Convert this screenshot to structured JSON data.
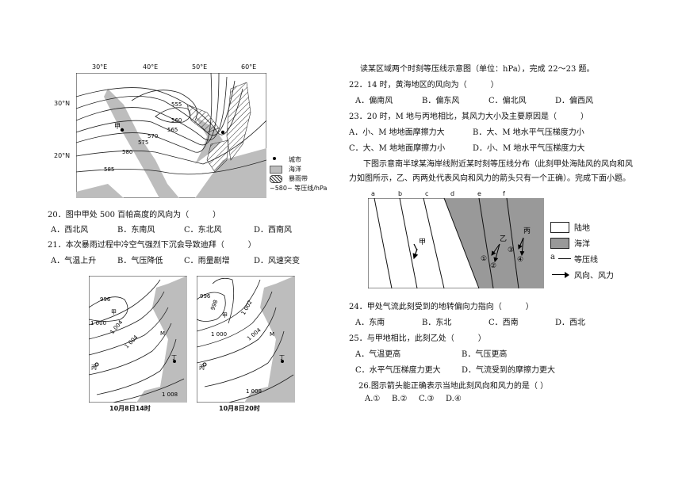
{
  "map1": {
    "lon_labels": [
      "30°E",
      "40°E",
      "50°E",
      "60°E"
    ],
    "lat_labels": [
      "30°N",
      "20°N"
    ],
    "isobar_labels": [
      "555",
      "560",
      "565",
      "570",
      "575",
      "580",
      "585"
    ],
    "point": "甲",
    "legend": {
      "city": "城市",
      "ocean": "海洋",
      "rain": "暴雨带",
      "isobar": "~580~ 等压线/hPa"
    }
  },
  "q20": {
    "text": "20．图中甲处 500 百帕高度的风向为（　　　）",
    "options": [
      "A．西北风",
      "B．东南风",
      "C．东北风",
      "D．西南风"
    ]
  },
  "q21": {
    "text": "21．本次暴雨过程中冷空气强烈下沉会导致迪拜（　　　）",
    "options": [
      "A．气温上升",
      "B．气压降低",
      "C．雨量剧增",
      "D．风速突变"
    ]
  },
  "maps2": {
    "left": {
      "labels": [
        "996",
        "甲",
        "1 000",
        "1 004",
        "M",
        "1 004",
        "丙",
        "丁",
        "1 008"
      ],
      "caption": "10月8日14时"
    },
    "right": {
      "labels": [
        "996",
        "998",
        "1 002",
        "甲",
        "1 000",
        "1 004",
        "M",
        "丙",
        "丁",
        "1 008"
      ],
      "caption": "10月8日20时"
    }
  },
  "intro1": "读某区域两个时刻等压线示意图（单位：hPa），完成 22～23 题。",
  "q22": {
    "text": "22．14 时，黄海地区的风向为（　　　）",
    "options": [
      "A．偏南风",
      "B．偏东风",
      "C．偏北风",
      "D．偏西风"
    ]
  },
  "q23": {
    "text": "23．20 时，M 地与丙地相比，其风力大小及主要原因是（　　　）",
    "options": [
      "A．小、M 地地面摩擦力大",
      "B．大、M 地水平气压梯度力小",
      "C．大、M 地地面摩擦力小",
      "D．小、M 地水平气压梯度力大"
    ]
  },
  "intro2": "下图示意南半球某海岸线附近某时刻等压线分布（此刻甲处海陆风的风向和风",
  "intro2b": "力如图所示，乙、丙两处代表风向和风力的箭头只有一个正确）。完成下面小题。",
  "diagram": {
    "isobars": [
      "a",
      "b",
      "c",
      "d",
      "e",
      "f"
    ],
    "points": [
      "甲",
      "乙",
      "丙"
    ],
    "arrows": [
      "①",
      "②",
      "③",
      "④"
    ],
    "legend": {
      "land": "陆地",
      "ocean": "海洋",
      "isobar_a": "a",
      "isobar": "等压线",
      "wind": "风向、风力"
    }
  },
  "q24": {
    "text": "24．甲处气流此刻受到的地转偏向力指向（　　　）",
    "options": [
      "A．东南",
      "B．东北",
      "C．西南",
      "D．西北"
    ]
  },
  "q25": {
    "text": "25．与甲地相比，此刻乙处（　　　）",
    "options": [
      "A．气温更高",
      "B．气压更高",
      "C．水平气压梯度力更大",
      "D．气流受到的摩擦力更大"
    ]
  },
  "q26": {
    "text": "26.图示箭头能正确表示当地此刻风向和风力的是（ ）",
    "options": [
      "A.①",
      "B.②",
      "C.③",
      "D.④"
    ]
  }
}
